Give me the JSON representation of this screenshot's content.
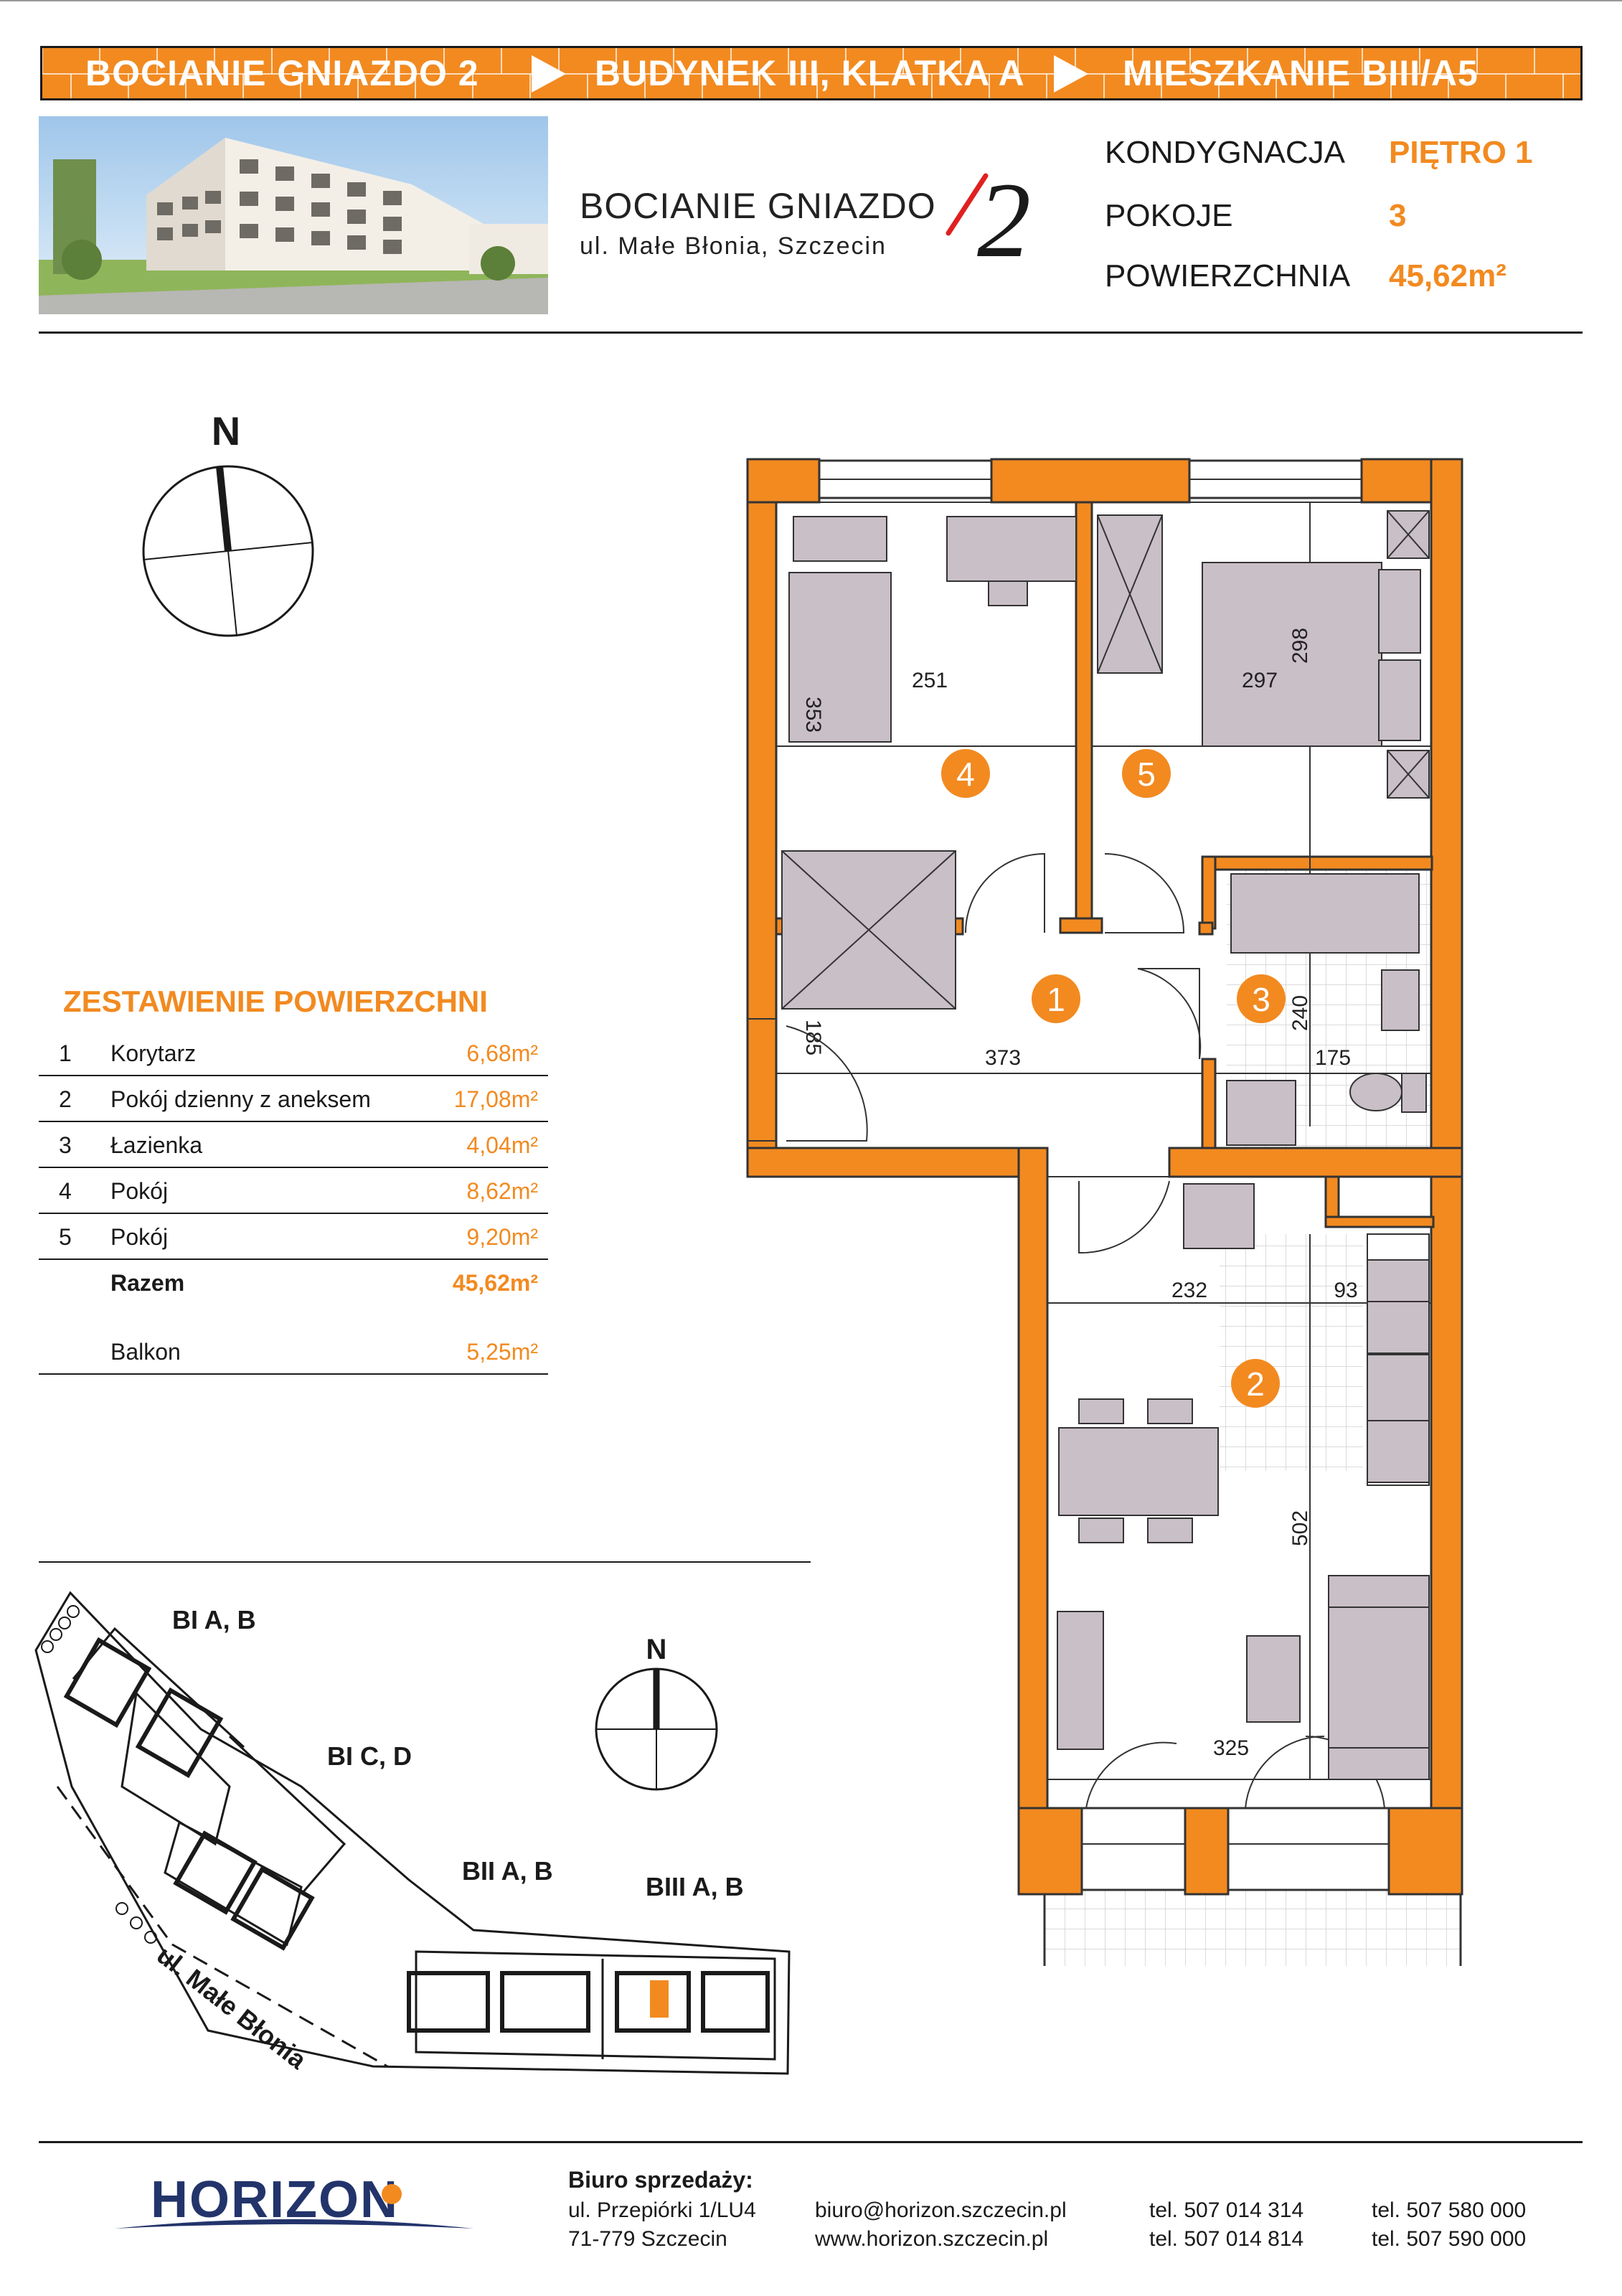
{
  "banner": {
    "part1": "BOCIANIE GNIAZDO 2",
    "part2": "BUDYNEK  III, KLATKA A",
    "part3": "MIESZKANIE   BIII/A5"
  },
  "logo": {
    "name": "BOCIANIE GNIAZDO",
    "address": "ul. Małe Błonia, Szczecin",
    "mark": "2"
  },
  "info": [
    {
      "label": "KONDYGNACJA",
      "value": "PIĘTRO 1"
    },
    {
      "label": "POKOJE",
      "value": "3"
    },
    {
      "label": "POWIERZCHNIA",
      "value": "45,62m²"
    }
  ],
  "compass": {
    "north": "N"
  },
  "summary": {
    "title": "ZESTAWIENIE POWIERZCHNI",
    "rows": [
      {
        "no": "1",
        "name": "Korytarz",
        "area": "6,68m²"
      },
      {
        "no": "2",
        "name": "Pokój dzienny z aneksem",
        "area": "17,08m²"
      },
      {
        "no": "3",
        "name": "Łazienka",
        "area": "4,04m²"
      },
      {
        "no": "4",
        "name": "Pokój",
        "area": "8,62m²"
      },
      {
        "no": "5",
        "name": "Pokój",
        "area": "9,20m²"
      }
    ],
    "total": {
      "name": "Razem",
      "area": "45,62m²"
    },
    "balcony": {
      "name": "Balkon",
      "area": "5,25m²"
    }
  },
  "floorplan": {
    "rooms": [
      "1",
      "2",
      "3",
      "4",
      "5"
    ],
    "dims": {
      "d251": "251",
      "d297": "297",
      "d298": "298",
      "d353": "353",
      "d373": "373",
      "d185": "185",
      "d175": "175",
      "d240": "240",
      "d232": "232",
      "d93": "93",
      "d502": "502",
      "d325": "325"
    }
  },
  "site": {
    "north": "N",
    "labels": [
      "BI A, B",
      "BI C, D",
      "BII A, B",
      "BIII A, B"
    ],
    "street": "ul. Małe Błonia"
  },
  "footer": {
    "brand": "HORIZON",
    "office_label": "Biuro sprzedaży:",
    "addr1": "ul. Przepiórki 1/LU4",
    "addr2": "71-779 Szczecin",
    "email": "biuro@horizon.szczecin.pl",
    "www": "www.horizon.szczecin.pl",
    "tel1": "tel. 507 014 314",
    "tel2": "tel. 507 014 814",
    "tel3": "tel. 507 580 000",
    "tel4": "tel. 507 590 000"
  },
  "colors": {
    "accent": "#f28a20",
    "wall": "#f28a20",
    "furniture": "#c9bfc7",
    "text": "#1a1a1a"
  }
}
